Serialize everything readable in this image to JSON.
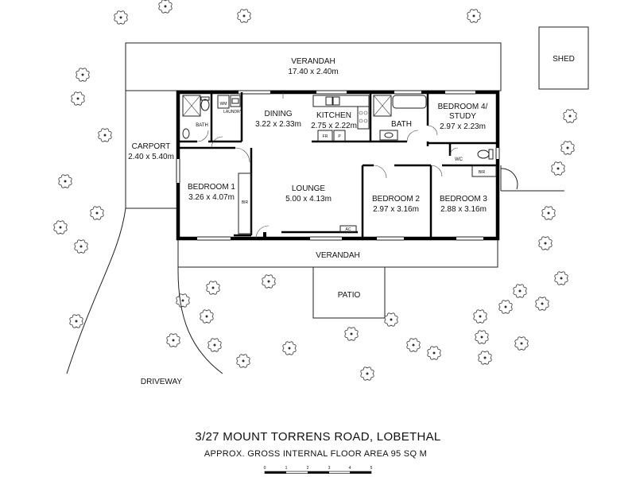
{
  "address": "3/27 MOUNT TORRENS ROAD, LOBETHAL",
  "floor_area": "APPROX. GROSS INTERNAL FLOOR AREA  95 SQ M",
  "scale_bar": {
    "ticks": [
      "0",
      "1",
      "2",
      "3",
      "4",
      "5"
    ]
  },
  "rooms": {
    "verandah_top": {
      "name": "VERANDAH",
      "dims": "17.40 x 2.40m"
    },
    "shed": {
      "name": "SHED"
    },
    "carport": {
      "name": "CARPORT",
      "dims": "2.40 x 5.40m"
    },
    "dining": {
      "name": "DINING",
      "dims": "3.22 x 2.33m"
    },
    "kitchen": {
      "name": "KITCHEN",
      "dims": "2.75 x 2.22m"
    },
    "bath1": {
      "name": "BATH"
    },
    "bath2": {
      "name": "BATH"
    },
    "laundry": {
      "name": "LAUNDRY"
    },
    "wm": {
      "name": "WM"
    },
    "bedroom4": {
      "name": "BEDROOM 4/",
      "name2": "STUDY",
      "dims": "2.97 x 2.23m"
    },
    "bedroom1": {
      "name": "BEDROOM 1",
      "dims": "3.26 x 4.07m"
    },
    "lounge": {
      "name": "LOUNGE",
      "dims": "5.00 x 4.13m"
    },
    "bedroom2": {
      "name": "BEDROOM 2",
      "dims": "2.97 x 3.16m"
    },
    "bedroom3": {
      "name": "BEDROOM 3",
      "dims": "2.88 x 3.16m"
    },
    "wc": {
      "name": "WC"
    },
    "bir1": {
      "name": "BIR"
    },
    "bir3": {
      "name": "BIR"
    },
    "fr": {
      "name": "FR"
    },
    "pantry": {
      "name": "P"
    },
    "ac": {
      "name": "AC"
    },
    "verandah_bottom": {
      "name": "VERANDAH"
    },
    "patio": {
      "name": "PATIO"
    },
    "driveway": {
      "name": "DRIVEWAY"
    }
  }
}
